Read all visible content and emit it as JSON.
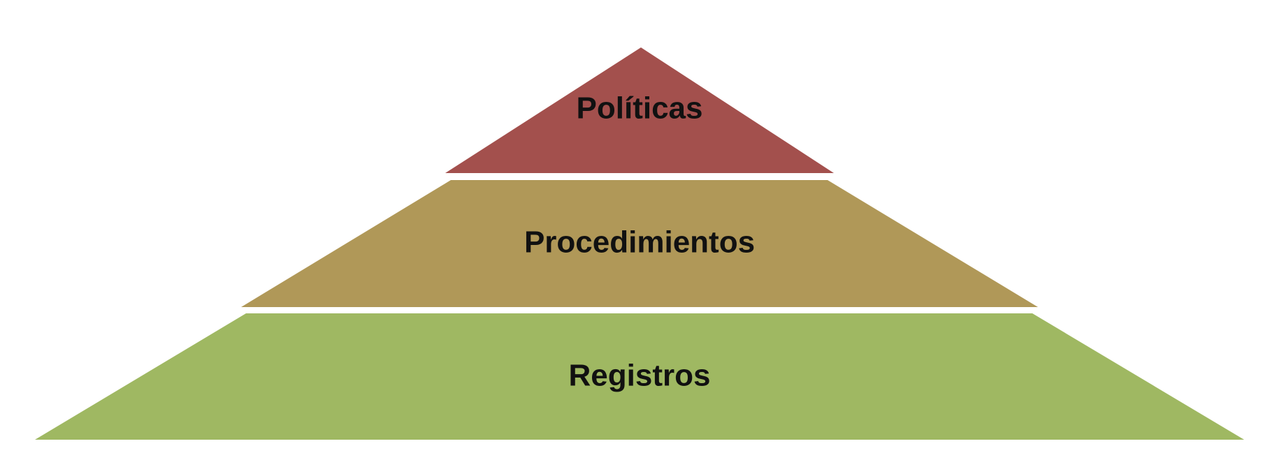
{
  "diagram": {
    "type": "pyramid",
    "levels": [
      {
        "label": "Políticas",
        "color": "#a3504d"
      },
      {
        "label": "Procedimientos",
        "color": "#b09858"
      },
      {
        "label": "Registros",
        "color": "#9fb862"
      }
    ]
  }
}
